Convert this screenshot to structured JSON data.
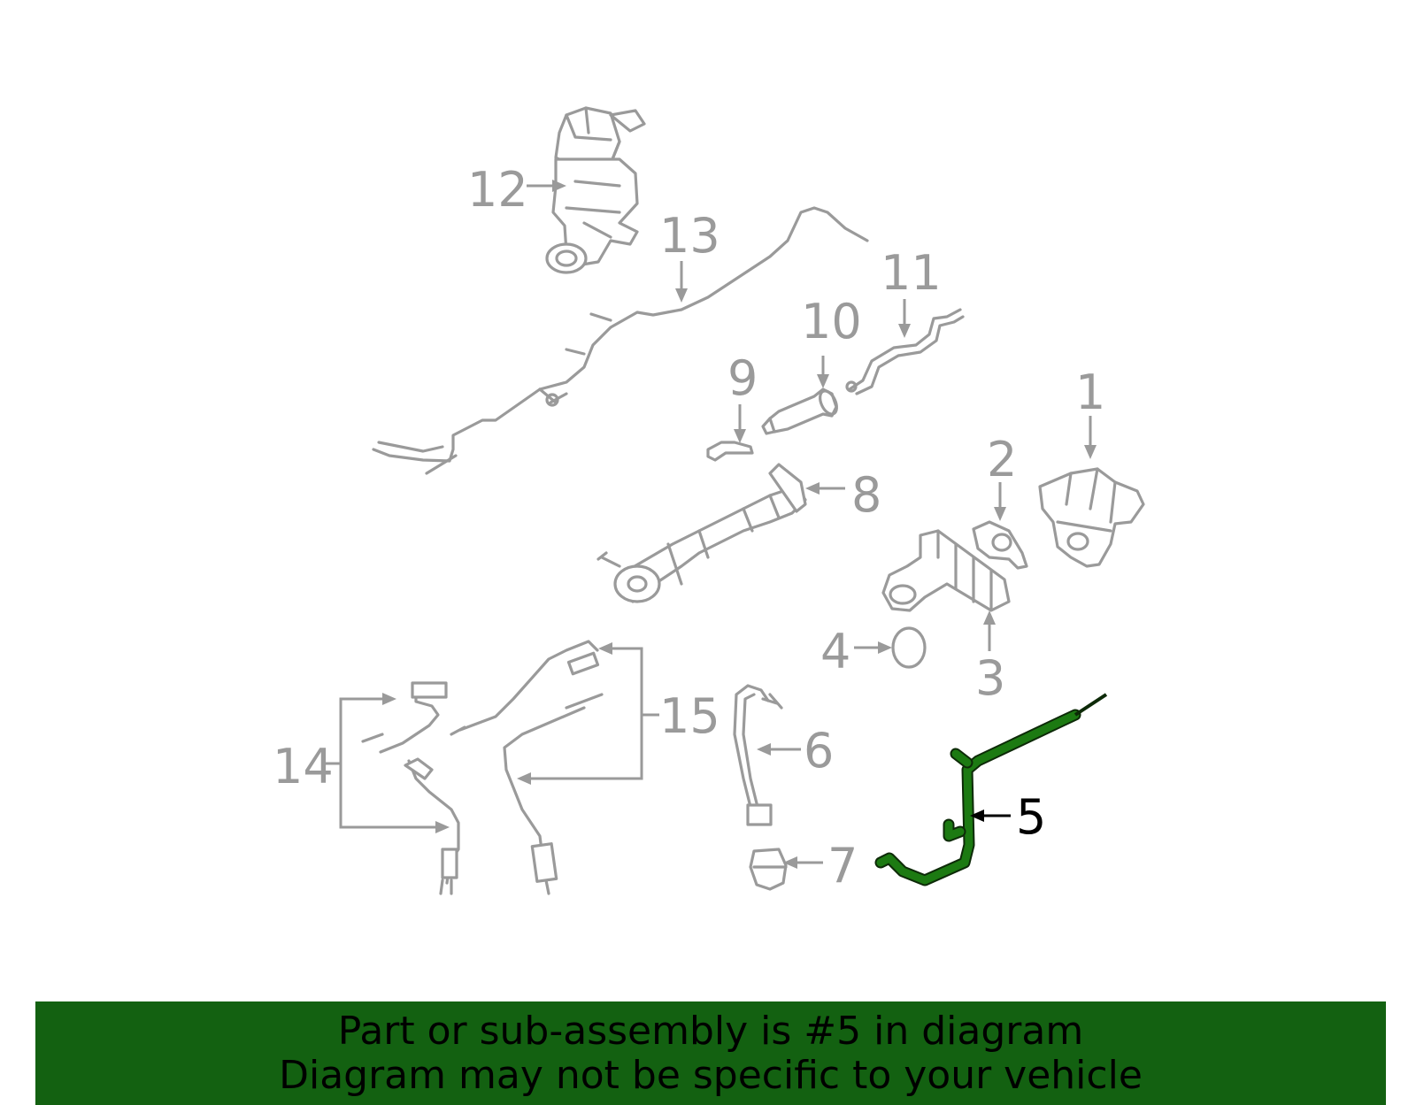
{
  "callouts": {
    "c1": "1",
    "c2": "2",
    "c3": "3",
    "c4": "4",
    "c5": "5",
    "c6": "6",
    "c7": "7",
    "c8": "8",
    "c9": "9",
    "c10": "10",
    "c11": "11",
    "c12": "12",
    "c13": "13",
    "c14": "14",
    "c15": "15"
  },
  "highlighted_part": "5",
  "banner": {
    "line1": "Part or sub-assembly is #5 in diagram",
    "line2": "Diagram may not be specific to your vehicle"
  },
  "colors": {
    "banner_bg": "#136111",
    "highlight": "#1c7a12",
    "part_line": "#9a9a9a"
  }
}
